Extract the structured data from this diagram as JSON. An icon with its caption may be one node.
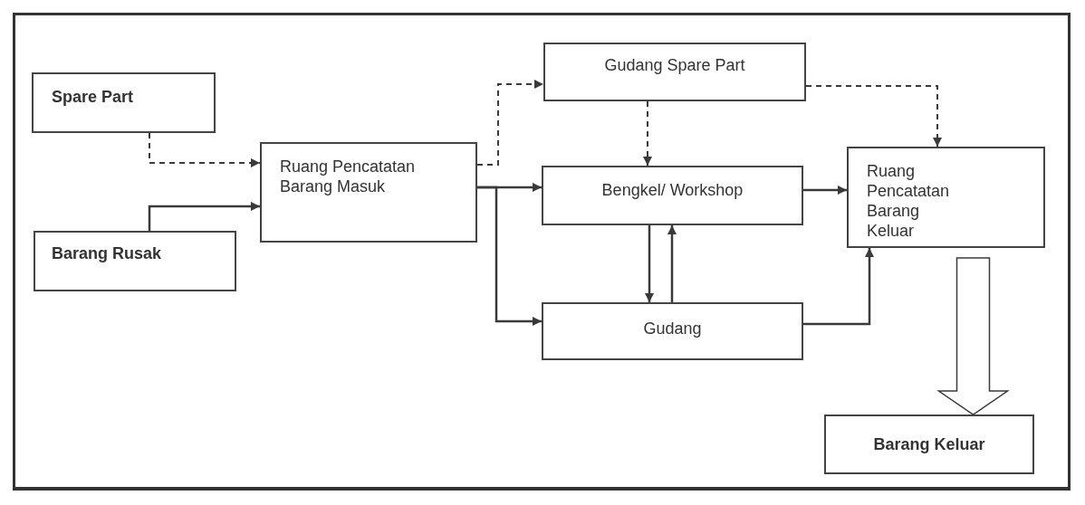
{
  "diagram": {
    "nodes": [
      {
        "text": [
          "Spare Part"
        ]
      },
      {
        "text": [
          "Barang Rusak"
        ]
      },
      {
        "text": [
          "Ruang Pencatatan Barang Masuk"
        ]
      },
      {
        "text": [
          "Gudang Spare Part"
        ]
      },
      {
        "text": [
          "Bengkel/ Workshop"
        ]
      },
      {
        "text": [
          "Ruang Pencatatan Barang Keluar"
        ]
      },
      {
        "text": [
          "Gudang"
        ]
      },
      {
        "text": [
          "Barang Keluar"
        ]
      }
    ],
    "edges": [
      {
        "from": 0,
        "to": 2,
        "arrow": "to",
        "style": "dashed"
      },
      {
        "from": 1,
        "to": 2,
        "arrow": "to"
      },
      {
        "from": 2,
        "to": 3,
        "arrow": "to",
        "style": "dashed"
      },
      {
        "from": 2,
        "to": 4,
        "arrow": "to"
      },
      {
        "from": 2,
        "to": 6,
        "arrow": "to"
      },
      {
        "from": 3,
        "to": 4,
        "arrow": "to",
        "style": "dashed"
      },
      {
        "from": 3,
        "to": 5,
        "arrow": "to",
        "style": "dashed"
      },
      {
        "from": 4,
        "to": 5,
        "arrow": "to"
      },
      {
        "from": 4,
        "to": 6,
        "arrow": "to"
      },
      {
        "from": 6,
        "to": 4,
        "arrow": "to"
      },
      {
        "from": 6,
        "to": 5,
        "arrow": "to"
      },
      {
        "from": 5,
        "to": 7,
        "arrow": "to",
        "style": "thick"
      }
    ]
  }
}
